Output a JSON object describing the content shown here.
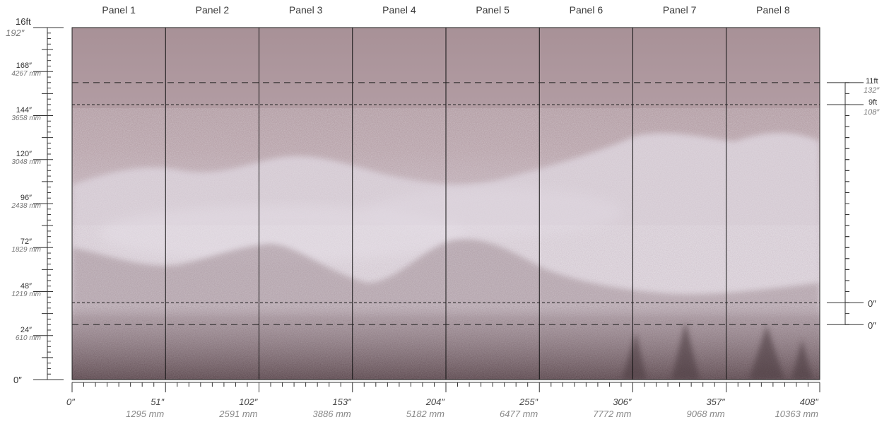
{
  "panels": [
    "Panel 1",
    "Panel 2",
    "Panel 3",
    "Panel 4",
    "Panel 5",
    "Panel 6",
    "Panel 7",
    "Panel 8"
  ],
  "width_in": 408,
  "height_in": 192,
  "left_axis": {
    "top_ft": "16ft",
    "top_in": "192″",
    "zero": "0″",
    "marks": [
      {
        "value": 168,
        "inch": "168″",
        "mm": "4267 mm"
      },
      {
        "value": 144,
        "inch": "144″",
        "mm": "3658 mm"
      },
      {
        "value": 120,
        "inch": "120″",
        "mm": "3048 mm"
      },
      {
        "value": 96,
        "inch": "96″",
        "mm": "2438 mm"
      },
      {
        "value": 72,
        "inch": "72″",
        "mm": "1829 mm"
      },
      {
        "value": 48,
        "inch": "48″",
        "mm": "1219 mm"
      },
      {
        "value": 24,
        "inch": "24″",
        "mm": "610 mm"
      }
    ]
  },
  "bottom_axis": {
    "zero": "0″",
    "marks": [
      {
        "value": 51,
        "inch": "51″",
        "mm": "1295 mm"
      },
      {
        "value": 102,
        "inch": "102″",
        "mm": "2591 mm"
      },
      {
        "value": 153,
        "inch": "153″",
        "mm": "3886 mm"
      },
      {
        "value": 204,
        "inch": "204″",
        "mm": "5182 mm"
      },
      {
        "value": 255,
        "inch": "255″",
        "mm": "6477 mm"
      },
      {
        "value": 306,
        "inch": "306″",
        "mm": "7772 mm"
      },
      {
        "value": 357,
        "inch": "357″",
        "mm": "9068 mm"
      },
      {
        "value": 408,
        "inch": "408″",
        "mm": "10363 mm"
      }
    ]
  },
  "right_axis": {
    "upper": {
      "ft": "11ft",
      "inch": "132″",
      "zero": "0″",
      "line_top_in": 162,
      "line_bottom_in": 30
    },
    "lower": {
      "ft": "9ft",
      "inch": "108″",
      "zero": "0″",
      "line_top_in": 150,
      "line_bottom_in": 42
    }
  },
  "colors": {
    "sky": "#b09aa0",
    "mist": "#c9bcc6",
    "snow_trees": "#d9d0da",
    "forest": "#6a5358",
    "panel_line": "#111111",
    "ruler": "#333333"
  }
}
